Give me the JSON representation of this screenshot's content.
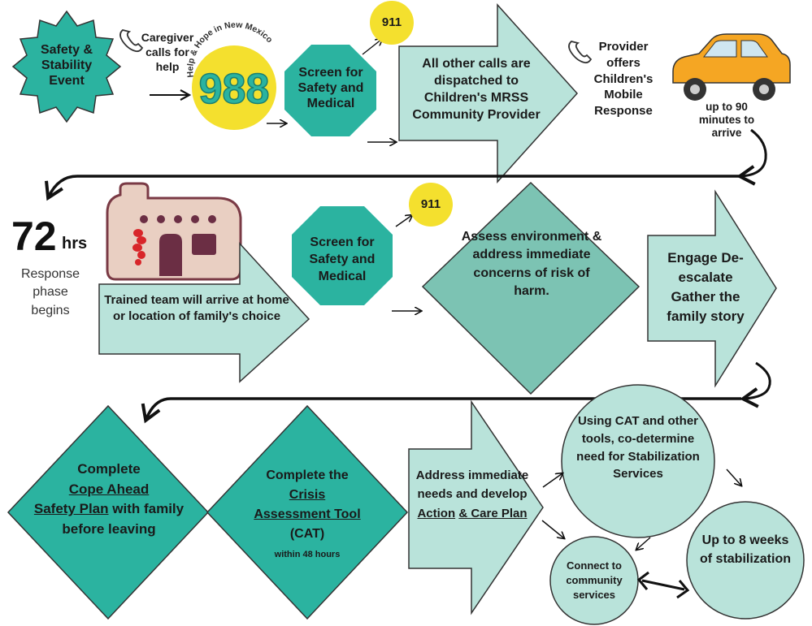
{
  "colors": {
    "teal": "#2bb3a0",
    "light_teal": "#b9e3da",
    "mid_teal": "#7cc3b3",
    "yellow": "#f4e02e",
    "outline": "#333333",
    "adobe": "#e9cfc2",
    "adobe_stroke": "#7a3a45",
    "door": "#6b2e44",
    "chile": "#d8262a",
    "car": "#f5a623"
  },
  "row1": {
    "event": "Safety & Stability Event",
    "caregiver": "Caregiver calls for help",
    "logo_arc": "Help & Hope in New Mexico",
    "logo_number": "988",
    "screen": "Screen for Safety and Medical",
    "emergency": "911",
    "dispatch": "All other calls are dispatched to Children's MRSS Community Provider",
    "provider": "Provider offers Children's Mobile Response",
    "arrival": "up to 90 minutes to arrive"
  },
  "row2": {
    "hours_number": "72",
    "hours_unit": "hrs",
    "response": "Response phase begins",
    "team": "Trained team will arrive at home or location of family's choice",
    "screen": "Screen for Safety and Medical",
    "emergency": "911",
    "assess": "Assess environment & address immediate concerns of risk of harm.",
    "engage": "Engage De-escalate Gather the family story"
  },
  "row3": {
    "cope_a": "Complete",
    "cope_b": "Cope Ahead",
    "cope_c": "Safety Plan",
    "cope_d": "with family before leaving",
    "cat_a": "Complete the",
    "cat_b": "Crisis",
    "cat_c": "Assessment Tool",
    "cat_d": "(CAT)",
    "cat_e": "within 48 hours",
    "address_a": "Address immediate needs and develop",
    "address_b": "Action",
    "address_c": "& Care Plan",
    "using_cat": "Using CAT and other tools, co-determine need for Stabilization Services",
    "connect": "Connect to community services",
    "weeks": "Up to 8 weeks of stabilization"
  }
}
